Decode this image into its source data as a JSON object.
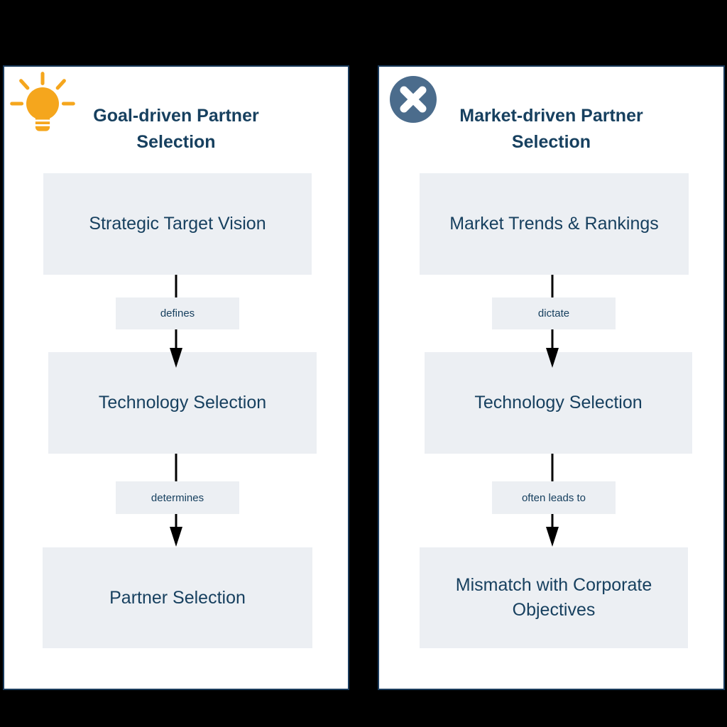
{
  "diagram": {
    "type": "comparison-flowcharts",
    "background_color": "#000000",
    "colors": {
      "card_background": "#ffffff",
      "card_border": "#1a3b5d",
      "node_fill": "#eceff3",
      "text_navy": "#17405f",
      "arrow_black": "#000000",
      "lightbulb_orange": "#f5a61d",
      "x_circle_slate": "#4b6c8c",
      "x_glyph_white": "#ffffff"
    },
    "panels": [
      {
        "id": "goal-driven",
        "icon": "lightbulb-icon",
        "title": "Goal-driven Partner Selection",
        "nodes": [
          "Strategic Target Vision",
          "Technology Selection",
          "Partner Selection"
        ],
        "edges": [
          {
            "from": "Strategic Target Vision",
            "label": "defines",
            "to": "Technology Selection"
          },
          {
            "from": "Technology Selection",
            "label": "determines",
            "to": "Partner Selection"
          }
        ]
      },
      {
        "id": "market-driven",
        "icon": "x-circle-icon",
        "title": "Market-driven Partner Selection",
        "nodes": [
          "Market Trends & Rankings",
          "Technology Selection",
          "Mismatch with Corporate Objectives"
        ],
        "edges": [
          {
            "from": "Market Trends & Rankings",
            "label": "dictate",
            "to": "Technology Selection"
          },
          {
            "from": "Technology Selection",
            "label": "often leads to",
            "to": "Mismatch with Corporate Objectives"
          }
        ]
      }
    ]
  }
}
